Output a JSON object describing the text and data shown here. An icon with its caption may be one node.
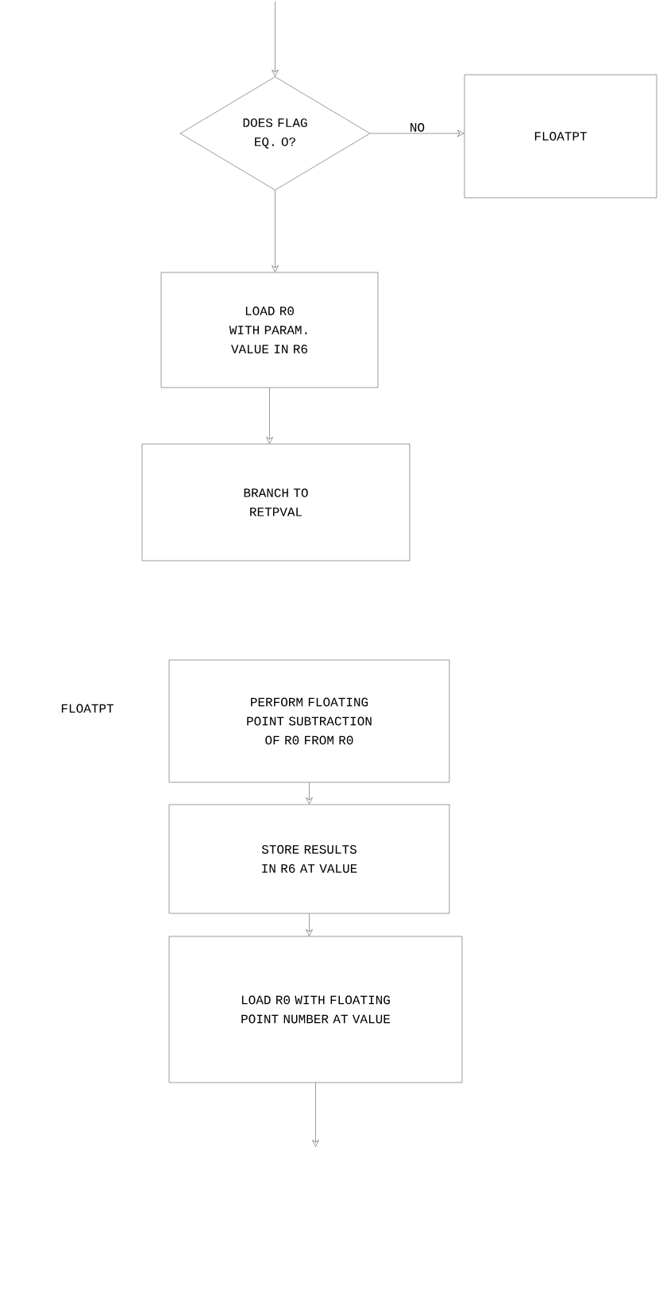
{
  "diagram": {
    "nodes": [
      {
        "text": [
          "DOES FLAG EQ. O?"
        ]
      },
      {
        "text": [
          "FLOATPT"
        ]
      },
      {
        "text": [
          "LOAD R0 WITH PARAM. VALUE IN R6"
        ]
      },
      {
        "text": [
          "BRANCH TO RETPVAL"
        ]
      },
      {
        "text": [
          "PERFORM FLOATING POINT SUBTRACTION OF R0 FROM R0"
        ]
      },
      {
        "text": [
          "STORE RESULTS IN R6 AT VALUE"
        ]
      },
      {
        "text": [
          "LOAD R0 WITH FLOATING POINT NUMBER AT VALUE"
        ]
      }
    ],
    "edges": [
      {
        "from": null,
        "to": 0,
        "arrow": "to"
      },
      {
        "from": 0,
        "to": 1,
        "arrow": "to",
        "label": "NO"
      },
      {
        "from": 0,
        "to": 2,
        "arrow": "to"
      },
      {
        "from": 2,
        "to": 3,
        "arrow": "to"
      },
      {
        "from": 4,
        "to": 5,
        "arrow": "to"
      },
      {
        "from": 5,
        "to": 6,
        "arrow": "to"
      },
      {
        "from": 6,
        "to": null,
        "arrow": "to"
      }
    ],
    "labels": [
      "FLOATPT"
    ]
  }
}
